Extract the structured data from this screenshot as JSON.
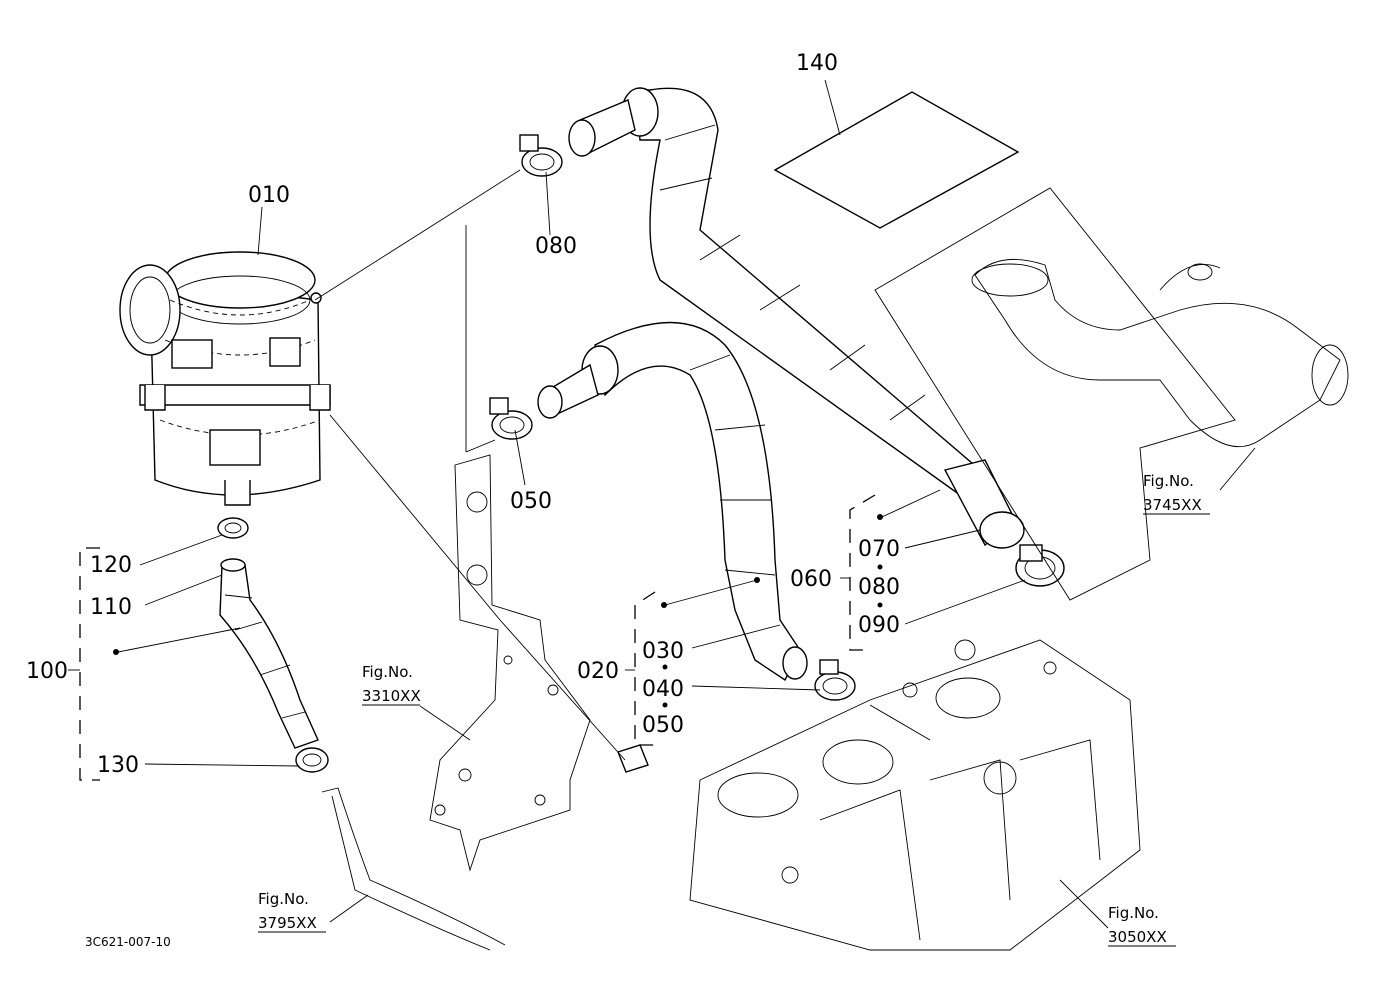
{
  "labels": {
    "p010": "010",
    "p020": "020",
    "p030": "030",
    "p040": "040",
    "p050a": "050",
    "p050b": "050",
    "p060": "060",
    "p070": "070",
    "p080a": "080",
    "p080b": "080",
    "p090": "090",
    "p100": "100",
    "p110": "110",
    "p120": "120",
    "p130": "130",
    "p140": "140"
  },
  "fig_refs": {
    "f3310": {
      "title": "Fig.No.",
      "number": "3310XX"
    },
    "f3745": {
      "title": "Fig.No.",
      "number": "3745XX"
    },
    "f3795": {
      "title": "Fig.No.",
      "number": "3795XX"
    },
    "f3050": {
      "title": "Fig.No.",
      "number": "3050XX"
    }
  },
  "drawing_code": "3C621-007-10"
}
